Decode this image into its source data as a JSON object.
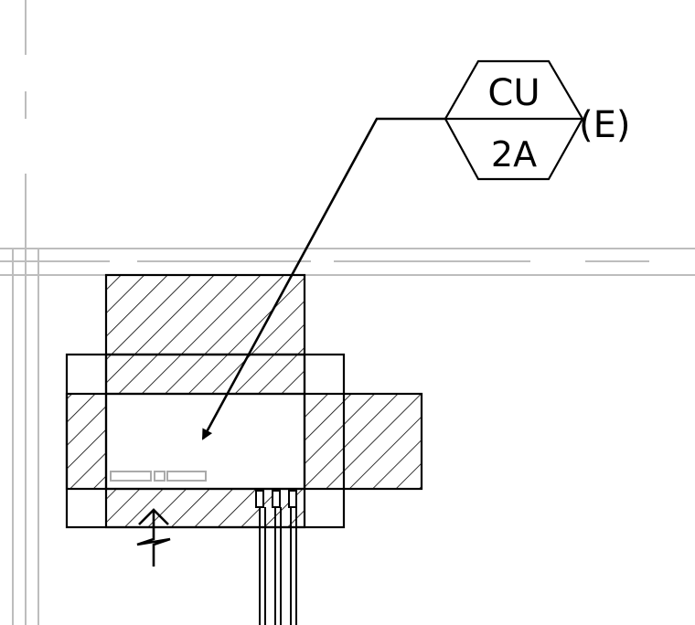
{
  "tag": {
    "top": "CU",
    "bottom": "2A",
    "suffix": "(E)"
  }
}
